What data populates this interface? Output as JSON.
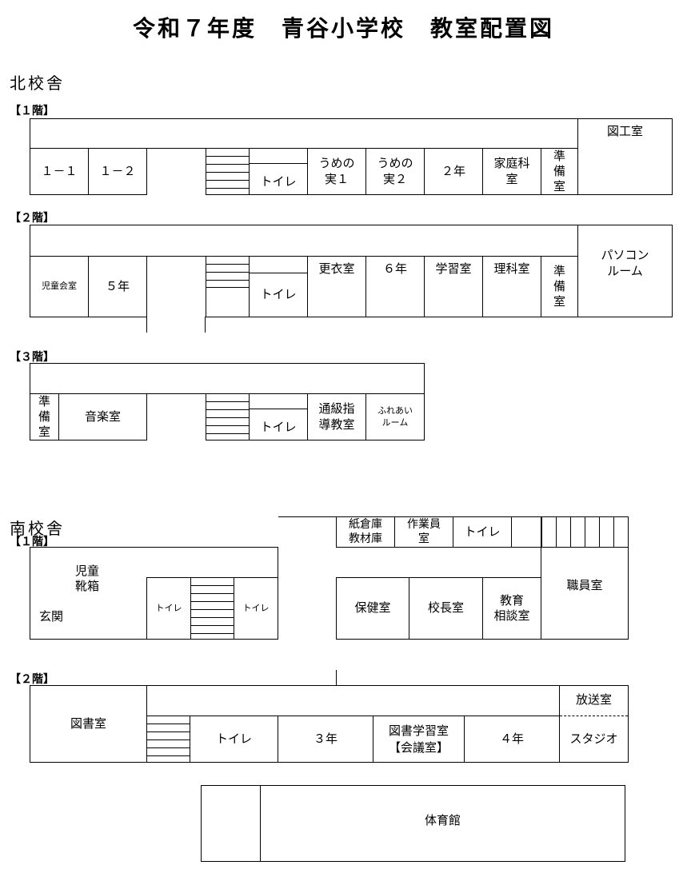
{
  "title": "令和７年度　青谷小学校　教室配置図",
  "north": {
    "label": "北校舎",
    "f1": {
      "label": "【１階】",
      "rooms": [
        "１－１",
        "１－２",
        "トイレ",
        "うめの\n実１",
        "うめの\n実２",
        "２年",
        "家庭科\n室",
        "準\n備\n室",
        "図工室"
      ]
    },
    "f2": {
      "label": "【２階】",
      "rooms": [
        "児童会室",
        "５年",
        "トイレ",
        "更衣室",
        "６年",
        "学習室",
        "理科室",
        "準\n備\n室",
        "パソコン\nルーム"
      ]
    },
    "f3": {
      "label": "【３階】",
      "rooms": [
        "準\n備\n室",
        "音楽室",
        "トイレ",
        "通級指\n導教室",
        "ふれあい\nルーム"
      ]
    }
  },
  "south": {
    "label": "南校舎",
    "f1": {
      "label": "【１階】",
      "rooms": [
        "児童\n靴箱",
        "玄関",
        "トイレ",
        "トイレ",
        "紙倉庫\n教材庫",
        "作業員\n室",
        "トイレ",
        "保健室",
        "校長室",
        "教育\n相談室",
        "職員室"
      ]
    },
    "f2": {
      "label": "【２階】",
      "rooms": [
        "図書室",
        "トイレ",
        "３年",
        "図書学習室\n【会議室】",
        "４年",
        "放送室",
        "スタジオ"
      ]
    },
    "gym": "体育館"
  }
}
